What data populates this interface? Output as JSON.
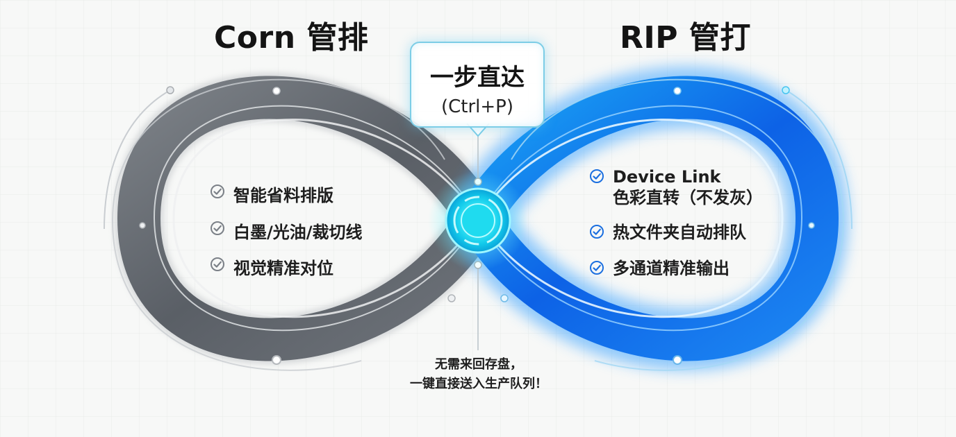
{
  "left": {
    "title": "Corn 管排",
    "features": [
      "智能省料排版",
      "白墨/光油/裁切线",
      "视觉精准对位"
    ],
    "color": "#555b62"
  },
  "right": {
    "title": "RIP 管打",
    "features": [
      {
        "line1": "Device Link",
        "line2": "色彩直转（不发灰）"
      },
      {
        "line1": "热文件夹自动排队",
        "line2": ""
      },
      {
        "line1": "多通道精准输出",
        "line2": ""
      }
    ],
    "color": "#1b6fe0"
  },
  "center": {
    "callout_main": "一步直达",
    "callout_sub": "(Ctrl+P)",
    "note_line1": "无需来回存盘，",
    "note_line2": "一键直接送入生产队列！",
    "hub_color": "#27e0f0"
  },
  "icons": {
    "check": "check-circle-icon"
  }
}
